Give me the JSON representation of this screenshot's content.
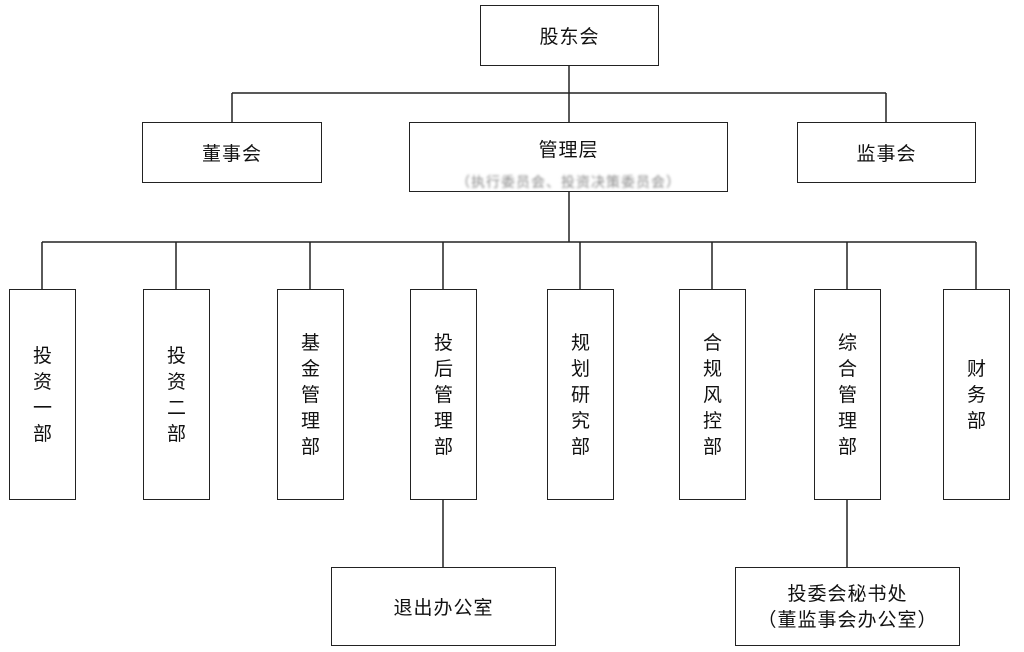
{
  "org": {
    "top": "股东会",
    "board": "董事会",
    "management": "管理层",
    "management_sub": "（执行委员会、投资决策委员会）",
    "supervisors": "监事会",
    "departments": [
      "投资一部",
      "投资二部",
      "基金管理部",
      "投后管理部",
      "规划研究部",
      "合规风控部",
      "综合管理部",
      "财务部"
    ],
    "exit_office": "退出办公室",
    "secretariat_line1": "投委会秘书处",
    "secretariat_line2": "（董监事会办公室）"
  }
}
